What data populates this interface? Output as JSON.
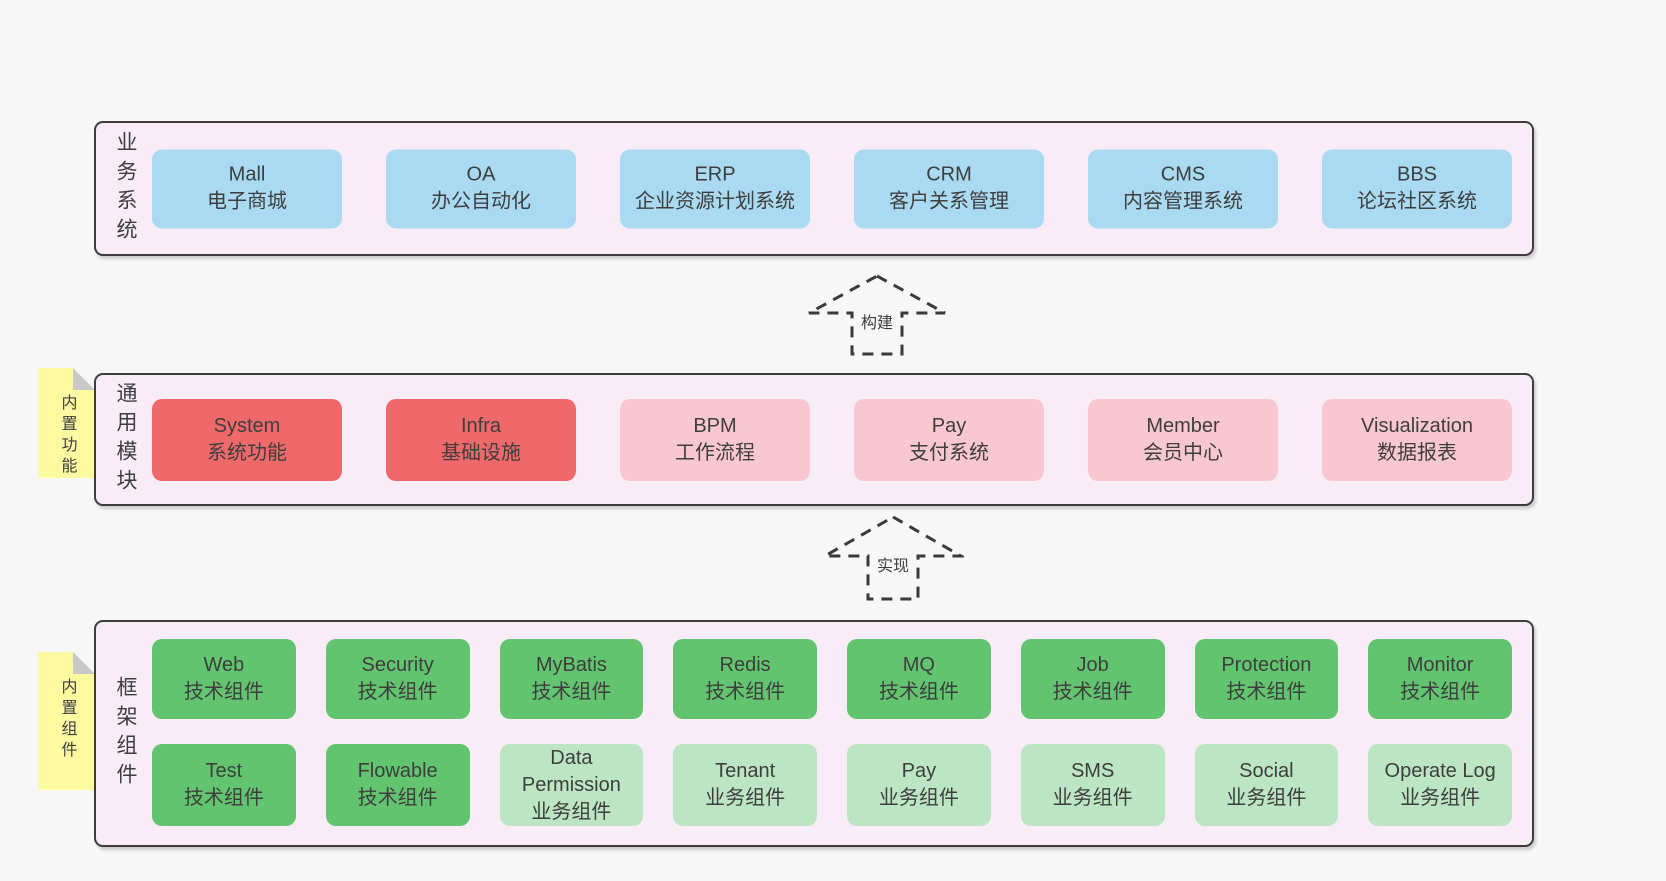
{
  "colors": {
    "pageBg": "#f7f7f7",
    "panelBg": "#f8edf6",
    "panelBorder": "#3d3d3d",
    "blue": "#a9daf2",
    "red": "#f0696a",
    "pink": "#f9c7cf",
    "green": "#62c46f",
    "lightGreen": "#bce6c3",
    "sticky": "#fcf9a0",
    "fold": "#c8c8c8",
    "text": "#3e3e3e"
  },
  "layers": [
    {
      "label": "业务系统",
      "boxes": [
        {
          "title": "Mall",
          "subtitle": "电子商城"
        },
        {
          "title": "OA",
          "subtitle": "办公自动化"
        },
        {
          "title": "ERP",
          "subtitle": "企业资源计划系统"
        },
        {
          "title": "CRM",
          "subtitle": "客户关系管理"
        },
        {
          "title": "CMS",
          "subtitle": "内容管理系统"
        },
        {
          "title": "BBS",
          "subtitle": "论坛社区系统"
        }
      ]
    },
    {
      "label": "通用模块",
      "sticky": "内置功能",
      "boxes": [
        {
          "title": "System",
          "subtitle": "系统功能"
        },
        {
          "title": "Infra",
          "subtitle": "基础设施"
        },
        {
          "title": "BPM",
          "subtitle": "工作流程"
        },
        {
          "title": "Pay",
          "subtitle": "支付系统"
        },
        {
          "title": "Member",
          "subtitle": "会员中心"
        },
        {
          "title": "Visualization",
          "subtitle": "数据报表"
        }
      ]
    },
    {
      "label": "框架组件",
      "sticky": "内置组件",
      "boxes": [
        {
          "title": "Web",
          "subtitle": "技术组件"
        },
        {
          "title": "Security",
          "subtitle": "技术组件"
        },
        {
          "title": "MyBatis",
          "subtitle": "技术组件"
        },
        {
          "title": "Redis",
          "subtitle": "技术组件"
        },
        {
          "title": "MQ",
          "subtitle": "技术组件"
        },
        {
          "title": "Job",
          "subtitle": "技术组件"
        },
        {
          "title": "Protection",
          "subtitle": "技术组件"
        },
        {
          "title": "Monitor",
          "subtitle": "技术组件"
        },
        {
          "title": "Test",
          "subtitle": "技术组件"
        },
        {
          "title": "Flowable",
          "subtitle": "技术组件"
        },
        {
          "title": "Data Permission",
          "subtitle": "业务组件"
        },
        {
          "title": "Tenant",
          "subtitle": "业务组件"
        },
        {
          "title": "Pay",
          "subtitle": "业务组件"
        },
        {
          "title": "SMS",
          "subtitle": "业务组件"
        },
        {
          "title": "Social",
          "subtitle": "业务组件"
        },
        {
          "title": "Operate Log",
          "subtitle": "业务组件"
        }
      ]
    }
  ],
  "arrows": [
    {
      "label": "构建"
    },
    {
      "label": "实现"
    }
  ]
}
